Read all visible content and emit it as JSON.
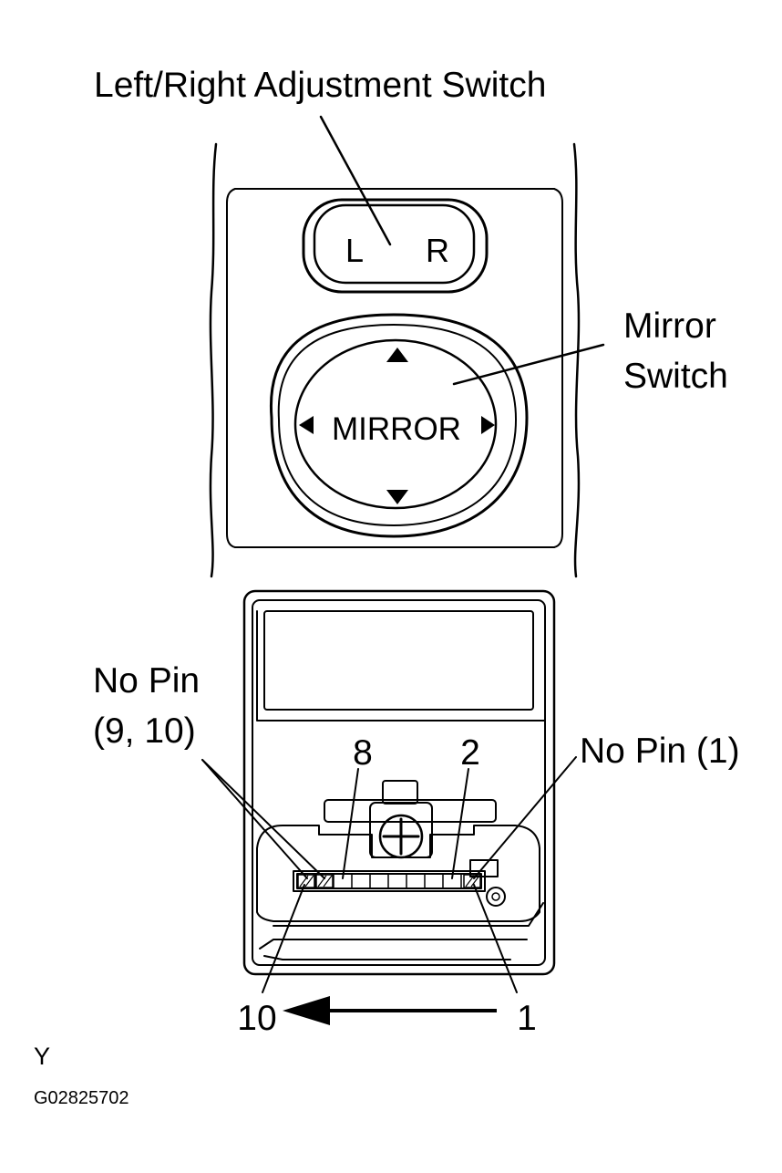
{
  "labels": {
    "adjustment_switch": "Left/Right Adjustment Switch",
    "mirror_switch_line1": "Mirror",
    "mirror_switch_line2": "Switch",
    "no_pin_left_line1": "No Pin",
    "no_pin_left_line2": "(9, 10)",
    "no_pin_right": "No Pin (1)",
    "pin_8": "8",
    "pin_2": "2",
    "pin_10": "10",
    "pin_1": "1"
  },
  "switch_faces": {
    "left": "L",
    "right": "R",
    "mirror": "MIRROR"
  },
  "footer": {
    "code": "Y",
    "figure_id": "G02825702"
  }
}
